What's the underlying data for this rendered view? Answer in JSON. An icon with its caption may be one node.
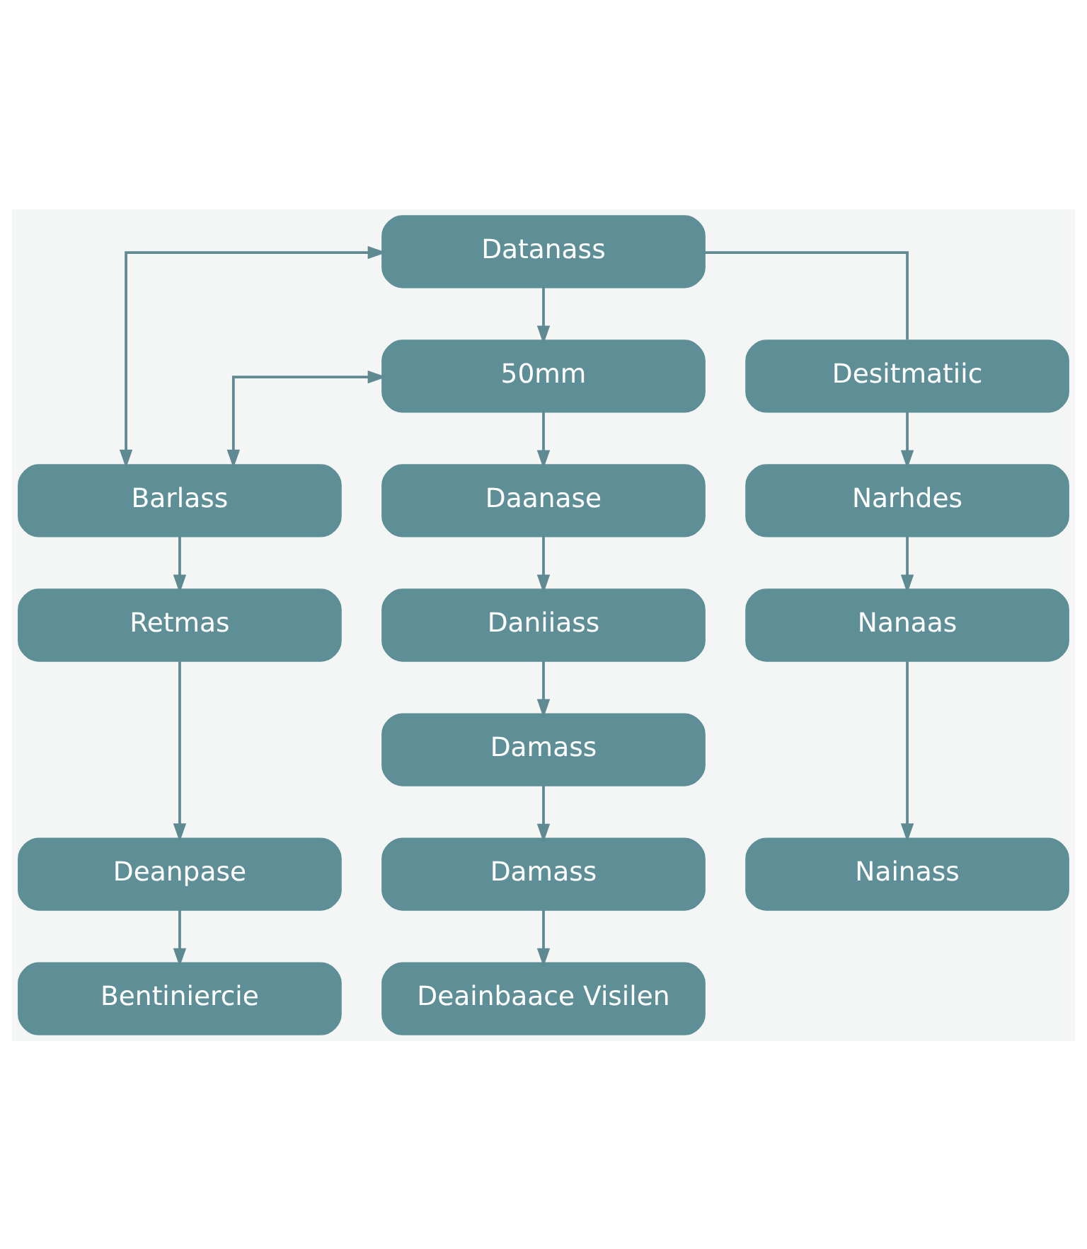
{
  "diagram": {
    "nodes": [
      {
        "text": [
          "Datanass"
        ]
      },
      {
        "text": [
          "50mm"
        ]
      },
      {
        "text": [
          "Desitmatiic"
        ]
      },
      {
        "text": [
          "Barlass"
        ]
      },
      {
        "text": [
          "Daanase"
        ]
      },
      {
        "text": [
          "Narhdes"
        ]
      },
      {
        "text": [
          "Retmas"
        ]
      },
      {
        "text": [
          "Daniiass"
        ]
      },
      {
        "text": [
          "Nanaas"
        ]
      },
      {
        "text": [
          "Damass"
        ]
      },
      {
        "text": [
          "Deanpase"
        ]
      },
      {
        "text": [
          "Damass"
        ]
      },
      {
        "text": [
          "Nainass"
        ]
      },
      {
        "text": [
          "Bentiniercie"
        ]
      },
      {
        "text": [
          "Deainbaace Visilen"
        ]
      }
    ],
    "edges": [
      {
        "from": 0,
        "to": 1,
        "arrow": "to"
      },
      {
        "from": 0,
        "to": 2,
        "arrow": "none"
      },
      {
        "from": 0,
        "to": 3,
        "arrow": "both"
      },
      {
        "from": 1,
        "to": 3,
        "arrow": "both"
      },
      {
        "from": 1,
        "to": 4,
        "arrow": "to"
      },
      {
        "from": 2,
        "to": 5,
        "arrow": "to"
      },
      {
        "from": 3,
        "to": 6,
        "arrow": "to"
      },
      {
        "from": 4,
        "to": 7,
        "arrow": "to"
      },
      {
        "from": 5,
        "to": 8,
        "arrow": "to"
      },
      {
        "from": 6,
        "to": 10,
        "arrow": "to"
      },
      {
        "from": 7,
        "to": 9,
        "arrow": "to"
      },
      {
        "from": 8,
        "to": 12,
        "arrow": "to"
      },
      {
        "from": 9,
        "to": 11,
        "arrow": "to"
      },
      {
        "from": 10,
        "to": 13,
        "arrow": "to"
      },
      {
        "from": 11,
        "to": 14,
        "arrow": "to"
      }
    ]
  }
}
